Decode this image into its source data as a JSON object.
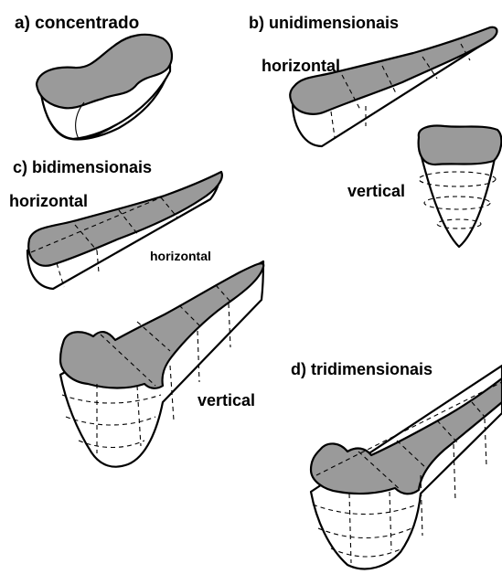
{
  "labels": {
    "a": "a) concentrado",
    "b": "b) unidimensionais",
    "b_horizontal": "horizontal",
    "b_vertical": "vertical",
    "c": "c) bidimensionais",
    "c_horizontal": "horizontal",
    "c_horizontal_small": "horizontal",
    "c_vertical": "vertical",
    "d": "d) tridimensionais"
  },
  "colors": {
    "top_surface": "#9a9a9a",
    "body_fill": "#ffffff",
    "outline": "#000000"
  }
}
